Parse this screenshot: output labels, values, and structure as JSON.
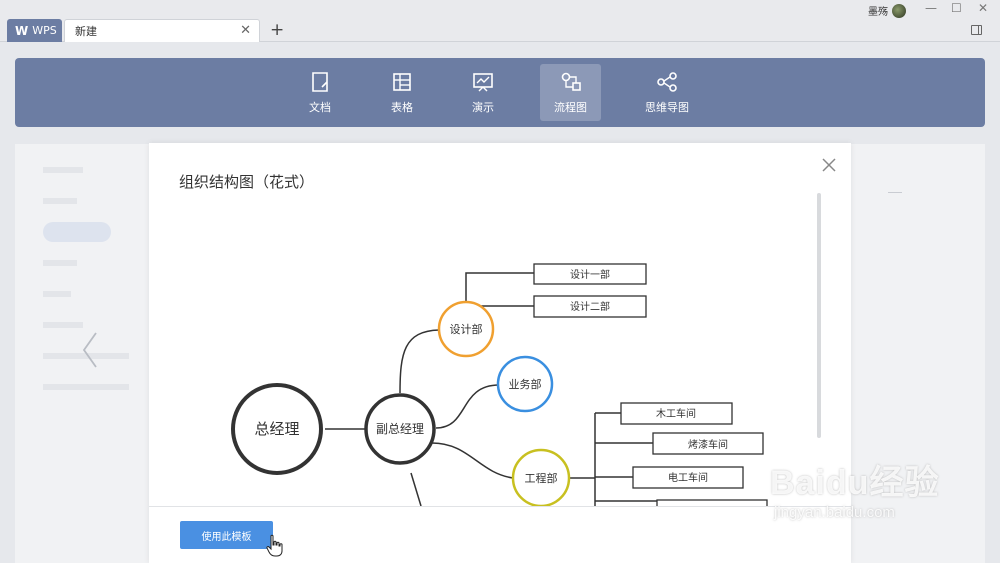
{
  "tabs": [
    {
      "label": "WPS"
    },
    {
      "label": "新建"
    }
  ],
  "user": {
    "name": "墨殇"
  },
  "categories": [
    {
      "label": "文档",
      "icon": "document-icon",
      "active": false
    },
    {
      "label": "表格",
      "icon": "table-icon",
      "active": false
    },
    {
      "label": "演示",
      "icon": "presentation-icon",
      "active": false
    },
    {
      "label": "流程图",
      "icon": "flowchart-icon",
      "active": true
    },
    {
      "label": "思维导图",
      "icon": "mindmap-icon",
      "active": false
    }
  ],
  "colors": {
    "accent": "#6c7da3",
    "button": "#4a90e2",
    "orange_node": "#f0a030",
    "blue_node": "#3a8fe0",
    "yellow_node": "#c8c020"
  },
  "modal": {
    "title": "组织结构图（花式）",
    "use_button": "使用此模板"
  },
  "diagram": {
    "root": "总经理",
    "deputy": "副总经理",
    "departments": [
      "设计部",
      "业务部",
      "工程部"
    ],
    "design_sub": [
      "设计一部",
      "设计二部"
    ],
    "engineering_sub": [
      "木工车间",
      "烤漆车间",
      "电工车间"
    ]
  },
  "watermark": {
    "main": "Baidu经验",
    "sub": "jingyan.baidu.com"
  }
}
